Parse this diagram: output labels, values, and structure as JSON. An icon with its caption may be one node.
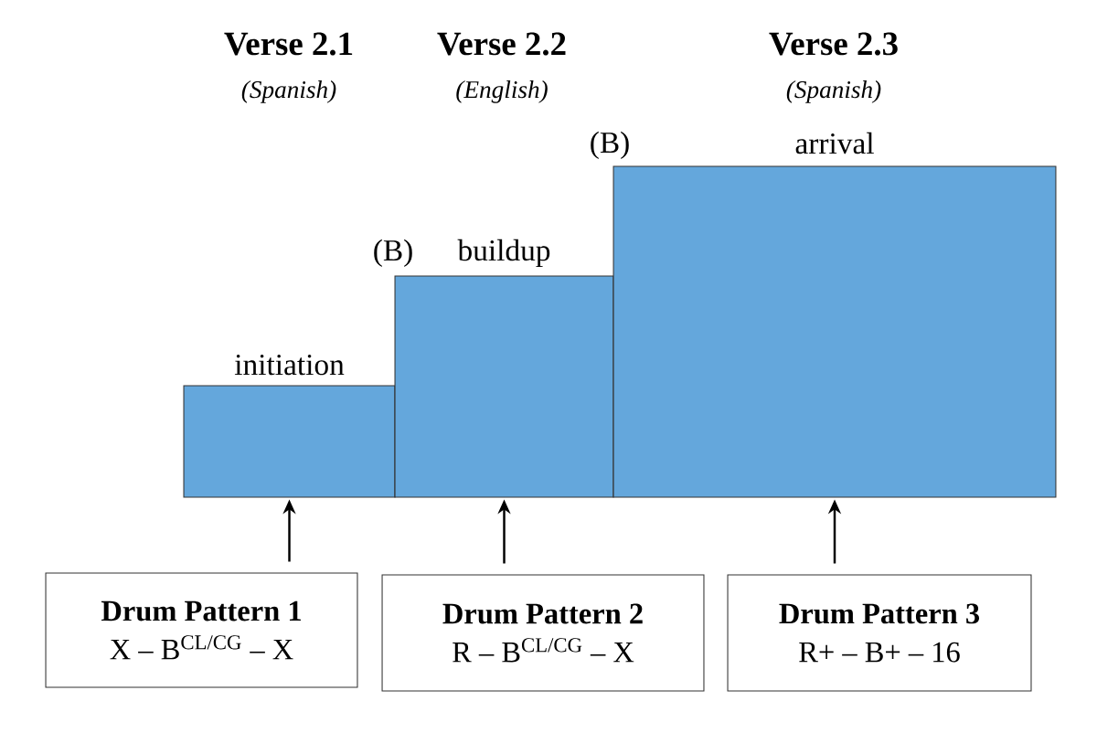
{
  "diagram": {
    "nodes": [
      {
        "text": [
          "initiation"
        ]
      },
      {
        "text": [
          "buildup"
        ],
        "beside": [
          "(B)"
        ]
      },
      {
        "text": [
          "arrival"
        ],
        "beside": [
          "(B)"
        ]
      },
      {
        "text": [
          "Drum Pattern 1",
          "X – B$^{CL/CG}$ – X"
        ]
      },
      {
        "text": [
          "Drum Pattern 2",
          "R – B$^{CL/CG}$ – X"
        ]
      },
      {
        "text": [
          "Drum Pattern 3",
          "R+ – B+ – 16"
        ]
      }
    ],
    "edges": [
      {
        "from": 3,
        "to": 0,
        "arrow": "to"
      },
      {
        "from": 4,
        "to": 1,
        "arrow": "to"
      },
      {
        "from": 5,
        "to": 2,
        "arrow": "to"
      }
    ],
    "labels": [
      "Verse 2.1",
      "(Spanish)",
      "Verse 2.2",
      "(English)",
      "Verse 2.3",
      "(Spanish)"
    ]
  }
}
